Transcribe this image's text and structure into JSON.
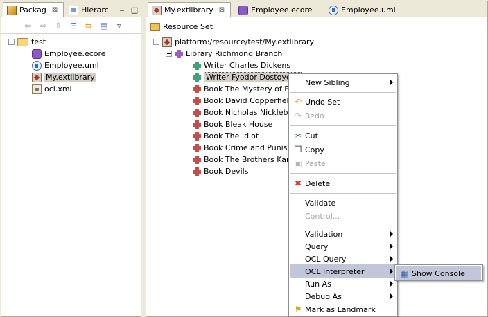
{
  "left_panel": {
    "tabs": [
      {
        "label": "Packag",
        "close": "⊠"
      },
      {
        "label": "Hierarc"
      }
    ],
    "window_controls": [
      "‒",
      "□"
    ],
    "toolbar_icons": [
      "back-icon",
      "forward-icon",
      "up-icon",
      "collapse-all-icon",
      "link-with-editor-icon",
      "filter-icon",
      "view-menu-icon"
    ],
    "tree": [
      {
        "label": "test",
        "icon": "folder-icon",
        "level": 0
      },
      {
        "label": "Employee.ecore",
        "icon": "ecore-file-icon",
        "level": 1
      },
      {
        "label": "Employee.uml",
        "icon": "uml-file-icon",
        "level": 1
      },
      {
        "label": "My.extlibrary",
        "icon": "extlibrary-file-icon",
        "level": 1,
        "selected": true
      },
      {
        "label": "ocl.xmi",
        "icon": "xmi-file-icon",
        "level": 1
      }
    ]
  },
  "editor": {
    "tabs": [
      {
        "label": "My.extlibrary",
        "close": "⊠",
        "active": true
      },
      {
        "label": "Employee.ecore"
      },
      {
        "label": "Employee.uml"
      }
    ],
    "header": "Resource Set",
    "tree": [
      {
        "label": "platform:/resource/test/My.extlibrary",
        "level": 0
      },
      {
        "label": "Library Richmond Branch",
        "level": 1
      },
      {
        "label": "Writer Charles Dickens",
        "level": 2
      },
      {
        "label": "Writer Fyodor Dostoyevs",
        "level": 2,
        "selected": true
      },
      {
        "label": "Book The Mystery of Edw",
        "level": 2
      },
      {
        "label": "Book David Copperfield",
        "level": 2
      },
      {
        "label": "Book Nicholas Nickleby",
        "level": 2
      },
      {
        "label": "Book Bleak House",
        "level": 2
      },
      {
        "label": "Book The Idiot",
        "level": 2
      },
      {
        "label": "Book Crime and Punishme",
        "level": 2
      },
      {
        "label": "Book The Brothers Karam",
        "level": 2
      },
      {
        "label": "Book Devils",
        "level": 2
      }
    ]
  },
  "context_menu": {
    "items": [
      {
        "label": "New Sibling",
        "submenu": true
      },
      {
        "label": "Undo Set",
        "icon": "undo-icon"
      },
      {
        "label": "Redo",
        "icon": "redo-icon",
        "disabled": true
      },
      {
        "label": "Cut",
        "icon": "cut-icon"
      },
      {
        "label": "Copy",
        "icon": "copy-icon"
      },
      {
        "label": "Paste",
        "icon": "paste-icon",
        "disabled": true
      },
      {
        "label": "Delete",
        "icon": "delete-icon"
      },
      {
        "label": "Validate"
      },
      {
        "label": "Control...",
        "disabled": true
      },
      {
        "label": "Validation",
        "submenu": true
      },
      {
        "label": "Query",
        "submenu": true
      },
      {
        "label": "OCL Query",
        "submenu": true
      },
      {
        "label": "OCL Interpreter",
        "submenu": true,
        "highlighted": true
      },
      {
        "label": "Run As",
        "submenu": true
      },
      {
        "label": "Debug As",
        "submenu": true
      },
      {
        "label": "Mark as Landmark",
        "icon": "landmark-icon"
      }
    ],
    "submenu": {
      "label": "Show Console",
      "icon": "console-icon"
    }
  },
  "colors": {
    "selection": "#d4d0c8",
    "menu_highlight": "#c1c6d8",
    "chrome": "#ece9d8"
  }
}
